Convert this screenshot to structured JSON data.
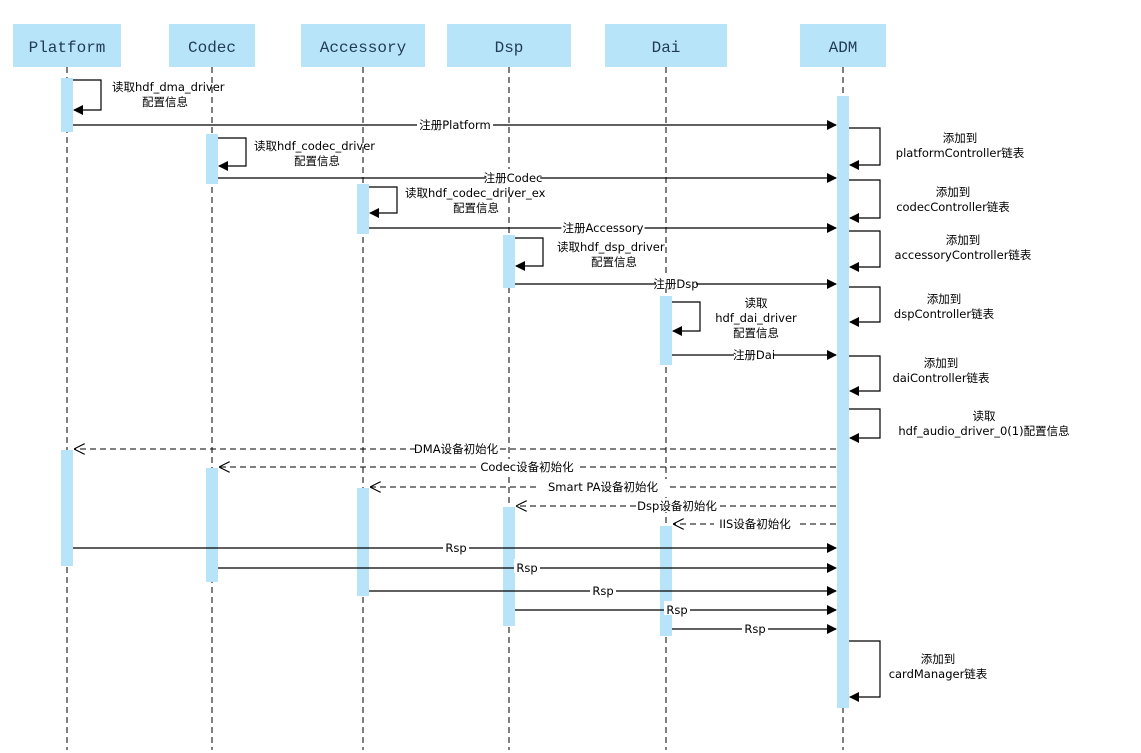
{
  "participants": [
    "Platform",
    "Codec",
    "Accessory",
    "Dsp",
    "Dai",
    "ADM"
  ],
  "self_calls": [
    {
      "lines": [
        "读取hdf_dma_driver",
        "配置信息"
      ]
    },
    {
      "lines": [
        "读取hdf_codec_driver",
        "配置信息"
      ]
    },
    {
      "lines": [
        "读取hdf_codec_driver_ex",
        "配置信息"
      ]
    },
    {
      "lines": [
        "读取hdf_dsp_driver",
        "配置信息"
      ]
    },
    {
      "lines": [
        "读取",
        "hdf_dai_driver",
        "配置信息"
      ]
    }
  ],
  "register_messages": [
    "注册Platform",
    "注册Codec",
    "注册Accessory",
    "注册Dsp",
    "注册Dai"
  ],
  "adm_notes": [
    {
      "lines": [
        "添加到",
        "platformController链表"
      ]
    },
    {
      "lines": [
        "添加到",
        "codecController链表"
      ]
    },
    {
      "lines": [
        "添加到",
        "accessoryController链表"
      ]
    },
    {
      "lines": [
        "添加到",
        "dspController链表"
      ]
    },
    {
      "lines": [
        "添加到",
        "daiController链表"
      ]
    },
    {
      "lines": [
        "读取",
        "hdf_audio_driver_0(1)配置信息"
      ]
    },
    {
      "lines": [
        "添加到",
        "cardManager链表"
      ]
    }
  ],
  "init_messages": [
    "DMA设备初始化",
    "Codec设备初始化",
    "Smart PA设备初始化",
    "Dsp设备初始化",
    "IIS设备初始化"
  ],
  "rsp_label": "Rsp",
  "colors": {
    "box": "#b8e4fa",
    "activation": "#b8e4fa",
    "line": "#000000",
    "text": "#1f3b57"
  }
}
